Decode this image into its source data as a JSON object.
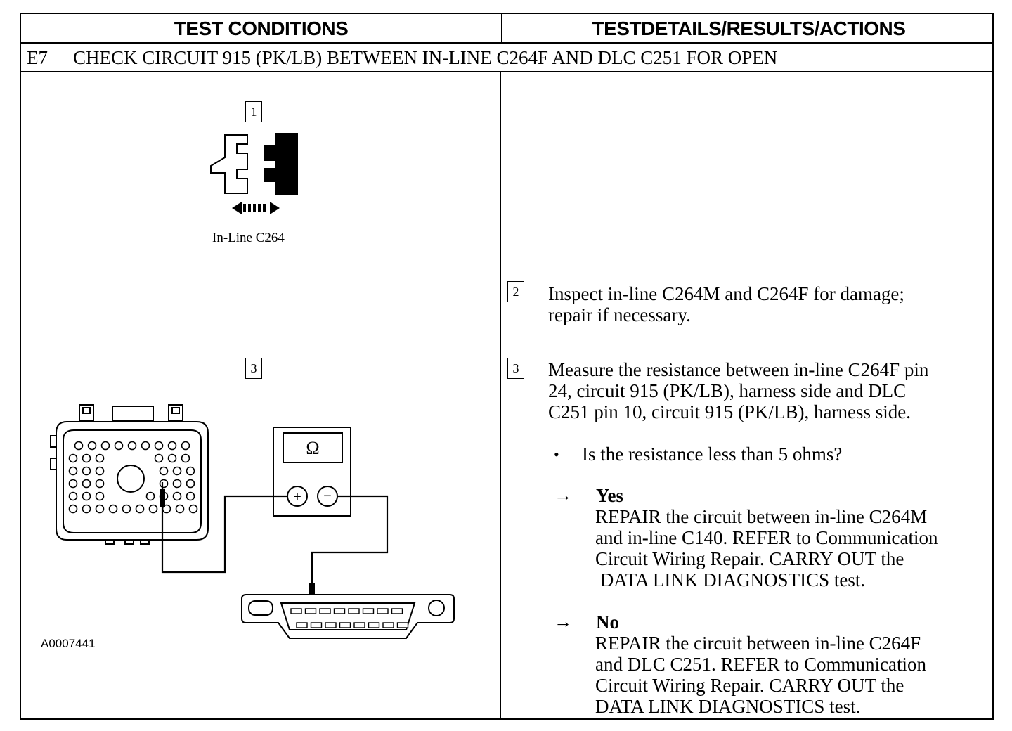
{
  "header": {
    "left": "TEST CONDITIONS",
    "right": "TESTDETAILS/RESULTS/ACTIONS"
  },
  "step": {
    "id": "E7",
    "title": "CHECK CIRCUIT 915 (PK/LB) BETWEEN IN-LINE C264F AND DLC C251 FOR OPEN"
  },
  "figure": {
    "callout_1": "1",
    "connector_caption": "In-Line C264",
    "callout_3": "3",
    "meter_symbol": "Ω",
    "meter_plus": "+",
    "meter_minus": "−",
    "figure_id": "A0007441"
  },
  "details": {
    "step2_num": "2",
    "step2_lines": [
      "Inspect in-line C264M and C264F for damage;",
      "repair if necessary."
    ],
    "step3_num": "3",
    "step3_lines": [
      "Measure the resistance between in-line C264F pin",
      "24, circuit 915 (PK/LB), harness side and DLC",
      "C251 pin 10, circuit 915 (PK/LB), harness side."
    ],
    "question": "Is the resistance less than 5 ohms?",
    "yes_label": "Yes",
    "yes_lines": [
      "REPAIR the circuit between in-line C264M",
      "and in-line C140. REFER to Communication",
      "Circuit Wiring Repair. CARRY  OUT the",
      " DATA LINK DIAGNOSTICS test."
    ],
    "no_label": "No",
    "no_lines": [
      "REPAIR the circuit between in-line C264F",
      "and DLC C251. REFER to Communication",
      "Circuit Wiring Repair. CARRY  OUT the",
      "DATA LINK DIAGNOSTICS test."
    ]
  }
}
